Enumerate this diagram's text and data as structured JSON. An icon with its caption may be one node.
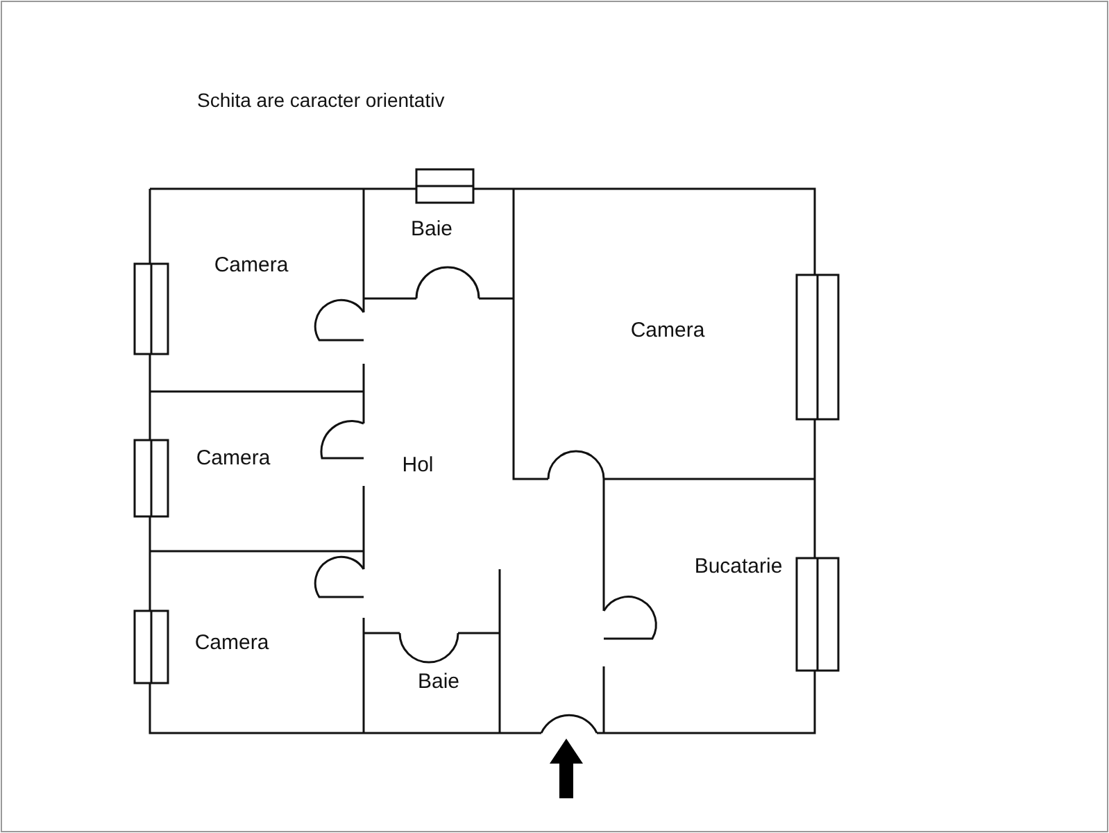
{
  "diagram": {
    "title": "Schita are caracter orientativ",
    "nodes": [
      {
        "text": [
          "Baie"
        ]
      },
      {
        "text": [
          "Camera"
        ]
      },
      {
        "text": [
          "Camera"
        ]
      },
      {
        "text": [
          "Camera"
        ]
      },
      {
        "text": [
          "Hol"
        ]
      },
      {
        "text": [
          "Bucatarie"
        ]
      },
      {
        "text": [
          "Camera"
        ]
      },
      {
        "text": [
          "Baie"
        ]
      }
    ]
  }
}
